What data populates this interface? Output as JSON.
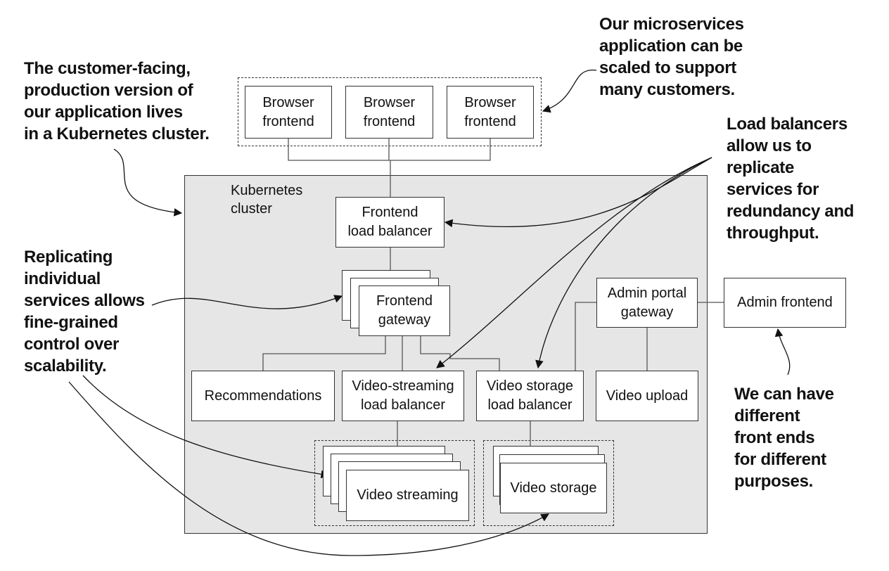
{
  "annotations": {
    "customer_facing": "The customer-facing,\nproduction version of\nour application lives\nin a Kubernetes cluster.",
    "microservices_scaled": "Our microservices\napplication can be\nscaled to support\nmany customers.",
    "load_balancers": "Load balancers\nallow us to\nreplicate\nservices for\nredundancy and\nthroughput.",
    "replicating": "Replicating\nindividual\nservices allows\nfine-grained\ncontrol over\nscalability.",
    "different_front_ends": "We can have\ndifferent\nfront ends\nfor different\npurposes."
  },
  "cluster_label": "Kubernetes\ncluster",
  "nodes": {
    "browser_frontend_1": "Browser\nfrontend",
    "browser_frontend_2": "Browser\nfrontend",
    "browser_frontend_3": "Browser\nfrontend",
    "frontend_load_balancer": "Frontend\nload balancer",
    "frontend_gateway": "Frontend\ngateway",
    "admin_portal_gateway": "Admin portal\ngateway",
    "admin_frontend": "Admin frontend",
    "recommendations": "Recommendations",
    "video_streaming_load_balancer": "Video-streaming\nload balancer",
    "video_storage_load_balancer": "Video storage\nload balancer",
    "video_upload": "Video upload",
    "video_streaming": "Video streaming",
    "video_storage": "Video storage"
  }
}
